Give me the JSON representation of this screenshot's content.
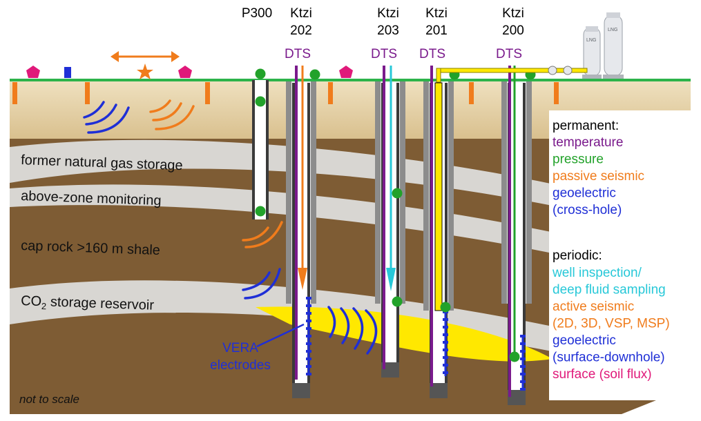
{
  "wells": {
    "p300": {
      "name": "P300"
    },
    "ktzi202": {
      "name": "Ktzi",
      "number": "202",
      "dts": "DTS"
    },
    "ktzi203": {
      "name": "Ktzi",
      "number": "203",
      "dts": "DTS"
    },
    "ktzi201": {
      "name": "Ktzi",
      "number": "201",
      "dts": "DTS"
    },
    "ktzi200": {
      "name": "Ktzi",
      "number": "200",
      "dts": "DTS"
    }
  },
  "layers": {
    "gas_storage": "former natural gas storage",
    "above_zone": "above-zone monitoring",
    "cap_rock": "cap rock >160 m shale",
    "reservoir_prefix": "CO",
    "reservoir_sub": "2",
    "reservoir_suffix": " storage reservoir"
  },
  "annotations": {
    "vera_line1": "VERA",
    "vera_line2": "electrodes",
    "scale_note": "not to scale",
    "tank_label": "LNG"
  },
  "legend": {
    "permanent_title": "permanent:",
    "permanent": [
      {
        "text": "temperature",
        "color": "#7a1a8c"
      },
      {
        "text": "pressure",
        "color": "#22a22a"
      },
      {
        "text": "passive seismic",
        "color": "#f07c1c"
      },
      {
        "text": "geoelectric",
        "color": "#1f2fd6"
      },
      {
        "text": "(cross-hole)",
        "color": "#1f2fd6"
      }
    ],
    "periodic_title": "periodic:",
    "periodic": [
      {
        "text": "well inspection/",
        "color": "#27c8d8"
      },
      {
        "text": "deep fluid sampling",
        "color": "#27c8d8"
      },
      {
        "text": "active seismic",
        "color": "#f07c1c"
      },
      {
        "text": "(2D, 3D, VSP, MSP)",
        "color": "#f07c1c"
      },
      {
        "text": "geoelectric",
        "color": "#1f2fd6"
      },
      {
        "text": "(surface-downhole)",
        "color": "#1f2fd6"
      },
      {
        "text": "surface (soil flux)",
        "color": "#e0197a"
      }
    ]
  },
  "colors": {
    "temperature": "#7a1a8c",
    "pressure": "#22a22a",
    "seismic": "#f07c1c",
    "geoelectric": "#1f2fd6",
    "inspection": "#27c8d8",
    "surface": "#e0197a",
    "co2_plume": "#ffe800",
    "ground_line": "#2db34a"
  }
}
